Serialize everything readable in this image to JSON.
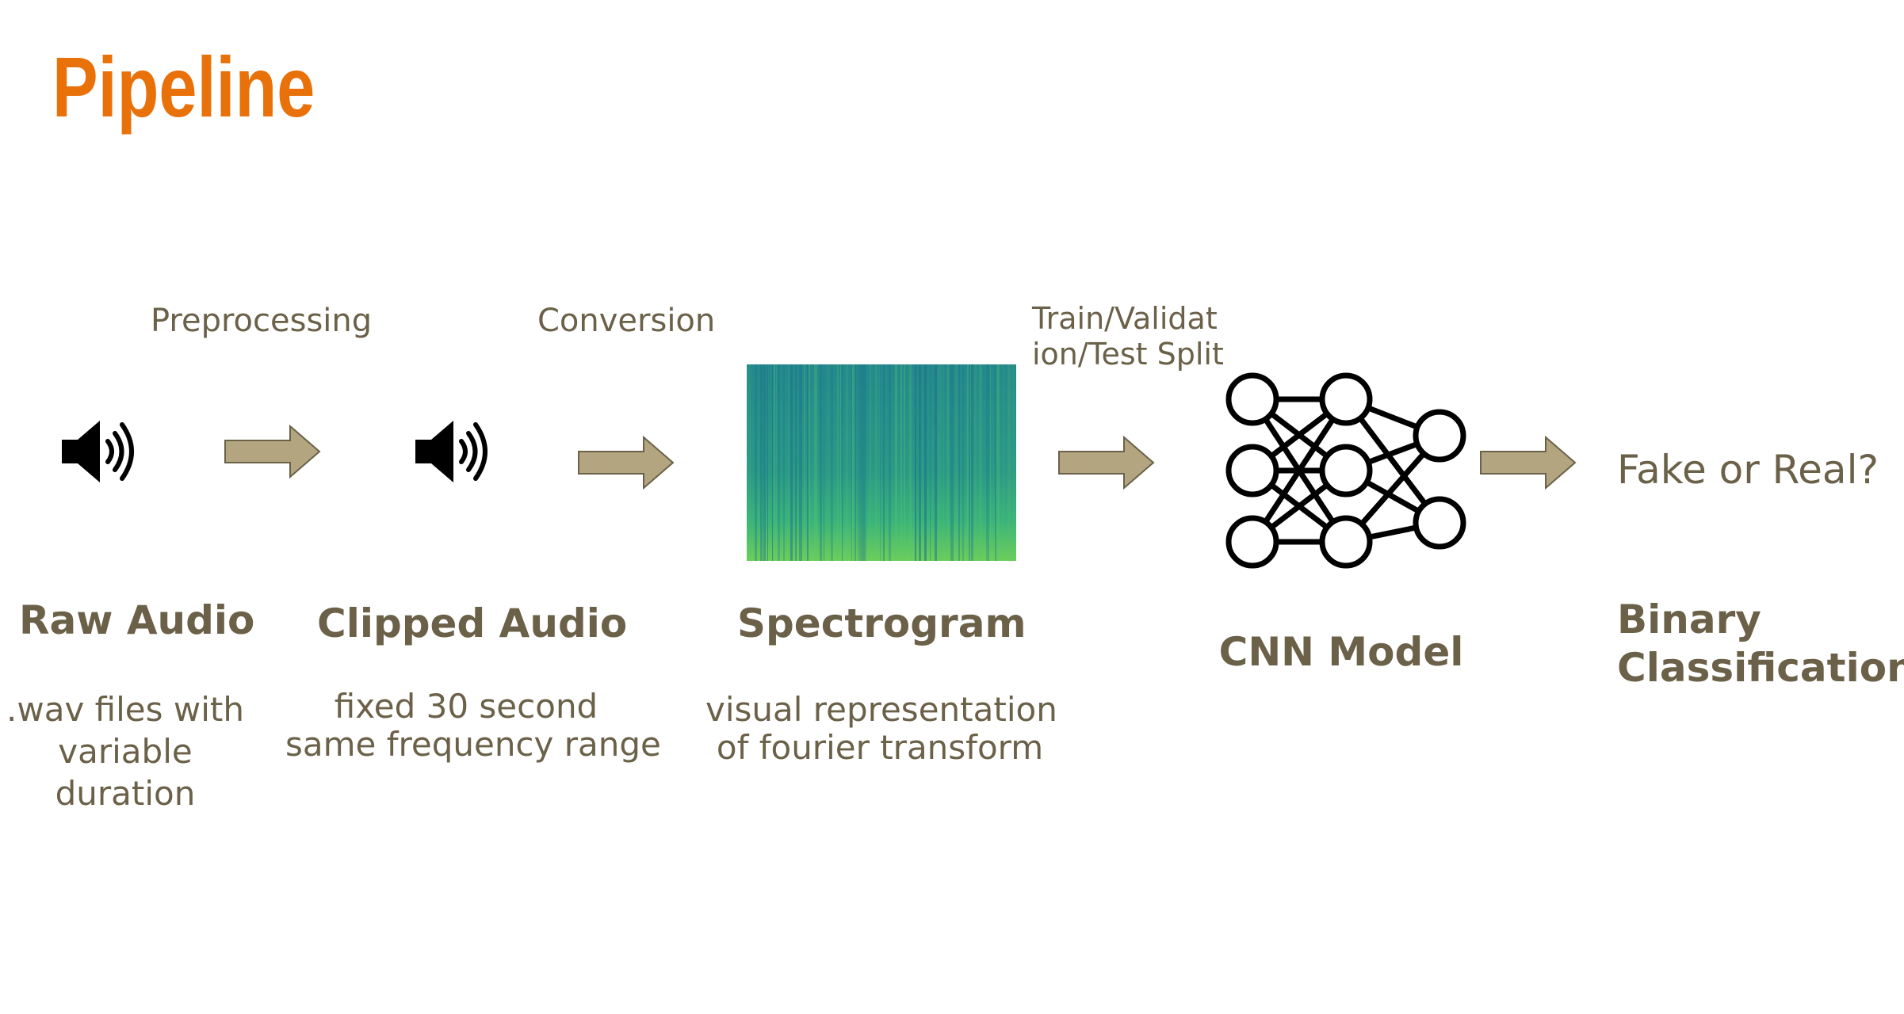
{
  "title": "Pipeline",
  "colors": {
    "title": "#e8710a",
    "text": "#6b6149",
    "arrow_fill": "#b3a57f",
    "arrow_stroke": "#6b6149"
  },
  "step_labels": {
    "preprocessing": "Preprocessing",
    "conversion": "Conversion",
    "split_line1": "Train/Validat",
    "split_line2": "ion/Test Split"
  },
  "stages": [
    {
      "icon": "speaker-icon",
      "heading": "Raw Audio",
      "desc_lines": [
        ".wav files with",
        "variable",
        "duration"
      ]
    },
    {
      "icon": "speaker-icon",
      "heading": "Clipped Audio",
      "desc_lines": [
        "fixed 30 second",
        "same frequency range"
      ]
    },
    {
      "icon": "spectrogram-image",
      "heading": "Spectrogram",
      "desc_lines": [
        "visual representation",
        "of fourier transform"
      ]
    },
    {
      "icon": "neural-network-icon",
      "heading": "CNN Model"
    },
    {
      "heading_lines": [
        "Binary",
        "Classification"
      ],
      "output_text": "Fake or Real?"
    }
  ]
}
